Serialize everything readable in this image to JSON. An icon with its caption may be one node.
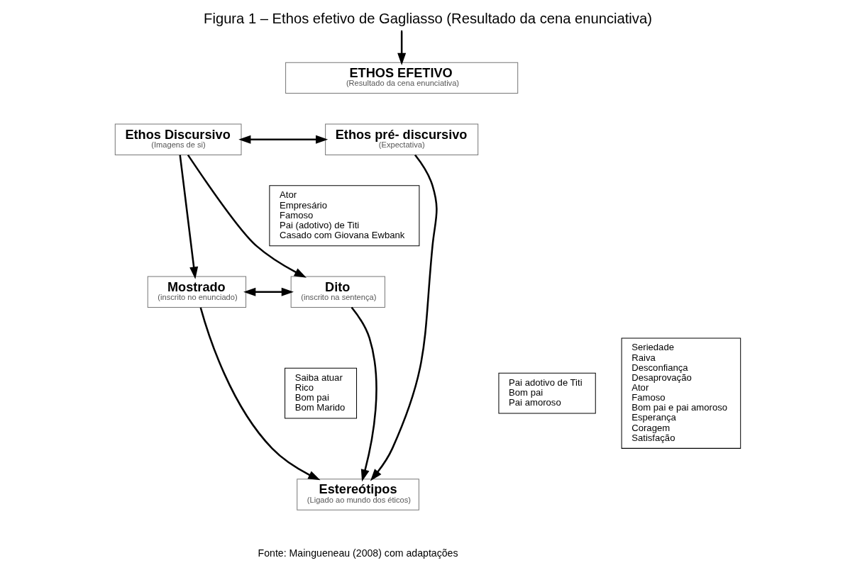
{
  "diagram": {
    "title": "Figura 1 – Ethos efetivo de Gagliasso (Resultado da cena enunciativa)",
    "caption": "Fonte: Maingueneau (2008) com adaptações",
    "nodes": [
      {
        "text": [
          "ETHOS EFETIVO",
          "(Resultado da cena enunciativa)"
        ]
      },
      {
        "text": [
          "Ethos pré- discursivo",
          "(Expectativa)"
        ]
      },
      {
        "text": [
          "Ethos Discursivo",
          "(Imagens de si)"
        ]
      },
      {
        "text": [
          "Ator",
          "Empresário",
          "Famoso",
          "Pai (adotivo) de Titi",
          "Casado com Giovana Ewbank"
        ]
      },
      {
        "text": [
          "Dito",
          "(inscrito na sentença)"
        ]
      },
      {
        "text": [
          "Mostrado",
          "(inscrito no enunciado)"
        ]
      },
      {
        "text": [
          "Saiba atuar",
          "Rico",
          "Bom pai",
          "Bom Marido"
        ]
      },
      {
        "text": [
          "Pai adotivo de Titi",
          "Bom pai",
          "Pai amoroso"
        ]
      },
      {
        "text": [
          "Seriedade",
          "Raiva",
          "Desconfiança",
          "Desaprovação",
          "Ator",
          "Famoso",
          "Bom pai e pai amoroso",
          "Esperança",
          "Coragem",
          "Satisfação"
        ]
      },
      {
        "text": [
          "Estereótipos",
          "(Ligado ao mundo dos éticos)"
        ]
      }
    ],
    "edges": [
      {
        "from": 1,
        "to": 2,
        "arrow": "both"
      },
      {
        "from": null,
        "to": 0,
        "arrow": "to"
      },
      {
        "from": 1,
        "to": 9,
        "arrow": "to"
      },
      {
        "from": 2,
        "to": 4,
        "arrow": "to"
      },
      {
        "from": 2,
        "to": 5,
        "arrow": "to"
      },
      {
        "from": 4,
        "to": 5,
        "arrow": "both"
      },
      {
        "from": 4,
        "to": 9,
        "arrow": "to"
      },
      {
        "from": 5,
        "to": 9,
        "arrow": "to"
      }
    ]
  }
}
